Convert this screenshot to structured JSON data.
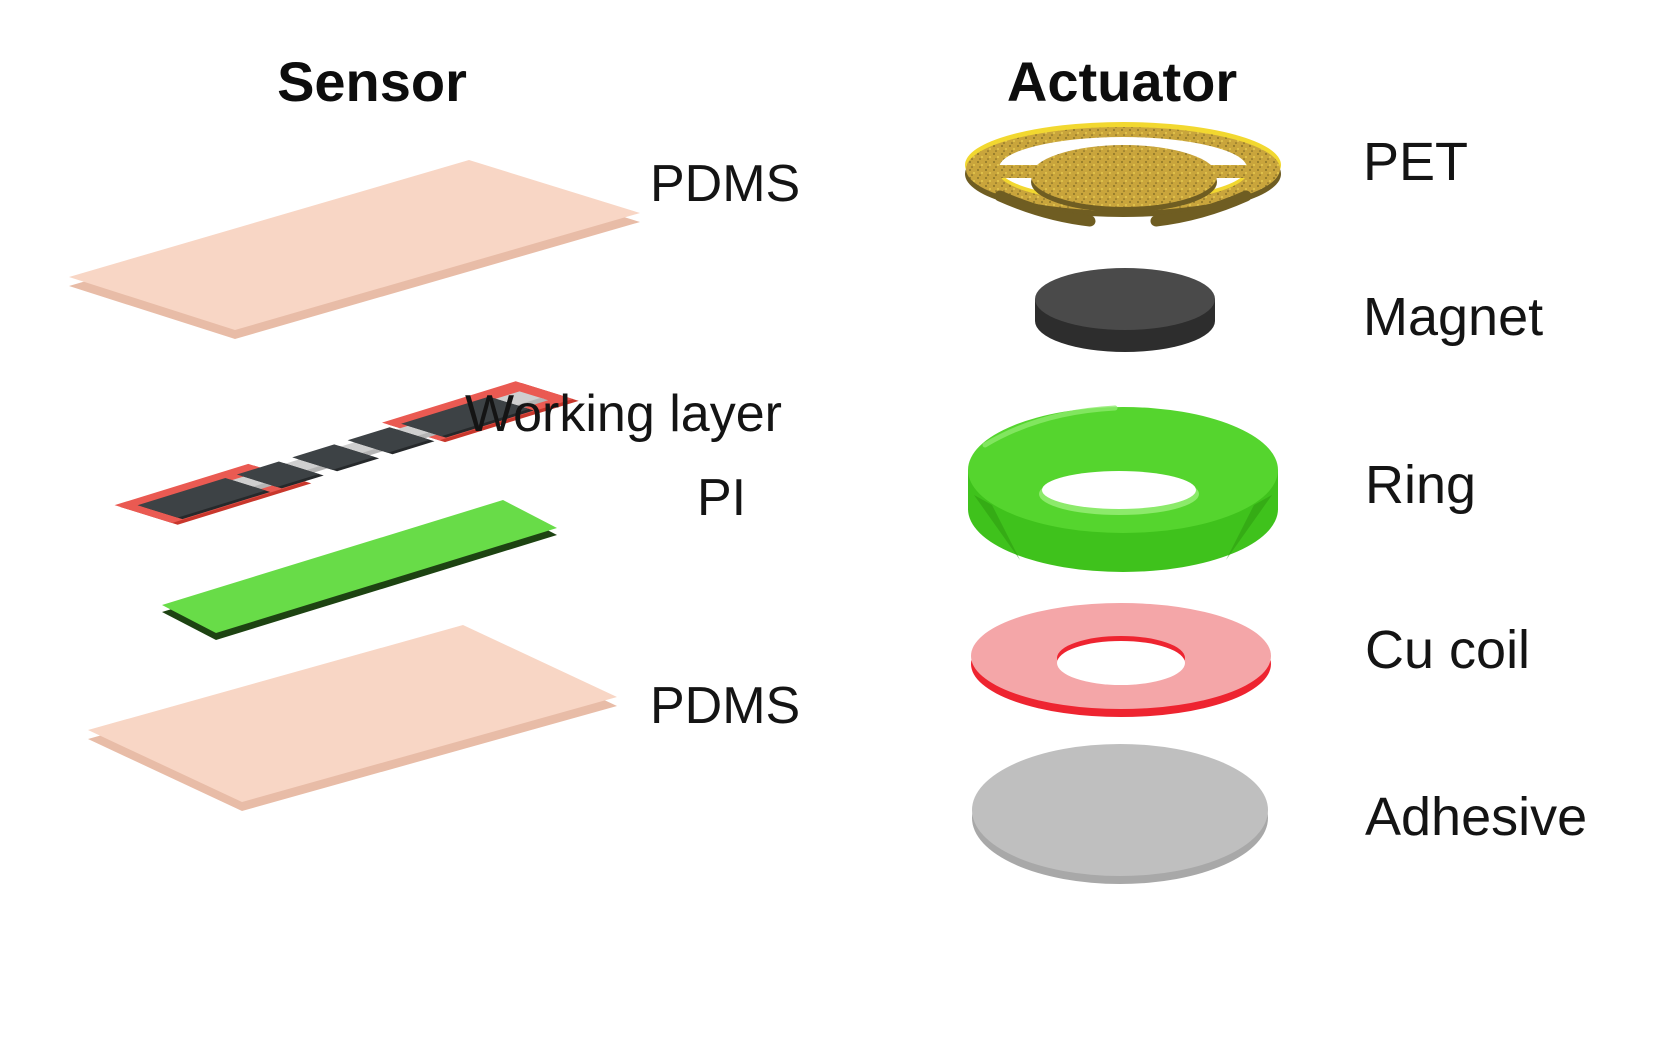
{
  "figure": {
    "sensor": {
      "title": "Sensor",
      "layers": [
        {
          "label": "PDMS"
        },
        {
          "label": "Working layer"
        },
        {
          "label": "PI"
        },
        {
          "label": "PDMS"
        }
      ]
    },
    "actuator": {
      "title": "Actuator",
      "layers": [
        {
          "label": "PET"
        },
        {
          "label": "Magnet"
        },
        {
          "label": "Ring"
        },
        {
          "label": "Cu coil"
        },
        {
          "label": "Adhesive"
        }
      ]
    }
  },
  "colors": {
    "background": "#ffffff",
    "text": "#141414",
    "pdms": "#f8d6c5",
    "pdms_edge": "#e8bca7",
    "pi": "#68dc48",
    "pi_edge": "#1d4312",
    "pad_red": "#ea5a52",
    "pad_red_edge": "#c8372c",
    "trace_gray": "#cfcfcf",
    "trace_gray_edge": "#b5b5b5",
    "electrode_dark": "#3d4245",
    "electrode_dark_edge": "#26292b",
    "pet_gold": "#c9a53c",
    "pet_gold_bright": "#f2d830",
    "pet_gold_dark": "#6f5d22",
    "magnet_top": "#4a4a4a",
    "magnet_side": "#2d2d2d",
    "ring_green": "#55d52e",
    "ring_green_side": "#3fc21c",
    "ring_green_dark": "#2f9f12",
    "ring_green_light": "#8cea6b",
    "coil_pink": "#f4a6a8",
    "coil_red": "#ee2430",
    "adhesive_gray": "#bfbfbf",
    "adhesive_side": "#a8a8a8"
  }
}
